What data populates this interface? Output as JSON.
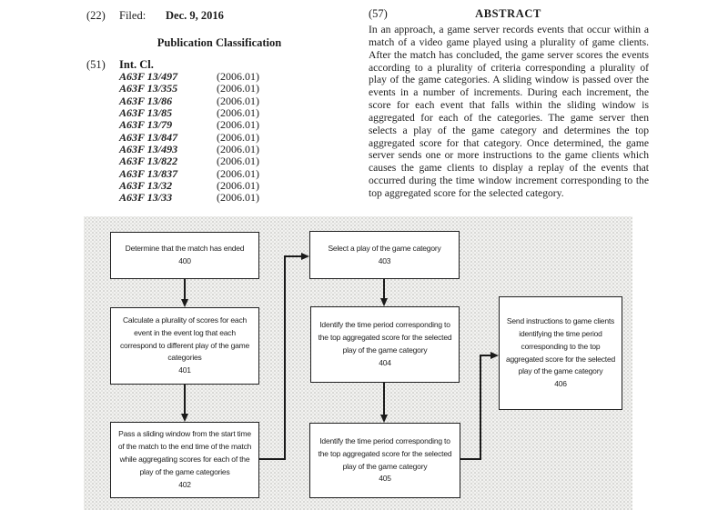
{
  "patent_header": {
    "filed": {
      "num": "(22)",
      "label": "Filed:",
      "value": "Dec. 9, 2016"
    },
    "publication_classification_title": "Publication Classification",
    "int_cl": {
      "num": "(51)",
      "label": "Int. Cl."
    },
    "classifications": [
      {
        "code": "A63F 13/497",
        "version": "(2006.01)"
      },
      {
        "code": "A63F 13/355",
        "version": "(2006.01)"
      },
      {
        "code": "A63F 13/86",
        "version": "(2006.01)"
      },
      {
        "code": "A63F 13/85",
        "version": "(2006.01)"
      },
      {
        "code": "A63F 13/79",
        "version": "(2006.01)"
      },
      {
        "code": "A63F 13/847",
        "version": "(2006.01)"
      },
      {
        "code": "A63F 13/493",
        "version": "(2006.01)"
      },
      {
        "code": "A63F 13/822",
        "version": "(2006.01)"
      },
      {
        "code": "A63F 13/837",
        "version": "(2006.01)"
      },
      {
        "code": "A63F 13/32",
        "version": "(2006.01)"
      },
      {
        "code": "A63F 13/33",
        "version": "(2006.01)"
      }
    ]
  },
  "abstract": {
    "num": "(57)",
    "title": "ABSTRACT",
    "text": "In an approach, a game server records events that occur within a match of a video game played using a plurality of game clients. After the match has concluded, the game server scores the events according to a plurality of criteria corresponding a plurality of play of the game categories. A sliding window is passed over the events in a number of increments. During each increment, the score for each event that falls within the sliding window is aggregated for each of the categories. The game server then selects a play of the game category and determines the top aggregated score for that category. Once determined, the game server sends one or more instructions to the game clients which causes the game clients to display a replay of the events that occurred during the time window increment corresponding to the top aggregated score for the selected category."
  },
  "flowchart": {
    "boxes": [
      {
        "id": "400",
        "text": "Determine that the match has ended",
        "num": "400"
      },
      {
        "id": "401",
        "text": "Calculate a plurality of scores for each\nevent in the event log that each\ncorrespond to different play of the game\ncategories",
        "num": "401"
      },
      {
        "id": "402",
        "text": "Pass a sliding window from the start time\nof the match to the end time of the match\nwhile aggregating scores for each of the\nplay of the game categories",
        "num": "402"
      },
      {
        "id": "403",
        "text": "Select a play of the game category",
        "num": "403"
      },
      {
        "id": "404",
        "text": "Identify the time period corresponding to\nthe top aggregated score for the selected\nplay of the game category",
        "num": "404"
      },
      {
        "id": "405",
        "text": "Identify the time period corresponding to\nthe top aggregated score for the selected\nplay of the game category",
        "num": "405"
      },
      {
        "id": "406",
        "text": "Send instructions to game clients\nidentifying the time period\ncorresponding to the top\naggregated score for the selected\nplay of the game category",
        "num": "406"
      }
    ]
  },
  "colors": {
    "figure_background": "#f3f3f1",
    "line_color": "#1a1a1a",
    "text_color": "#1c1c1c"
  }
}
